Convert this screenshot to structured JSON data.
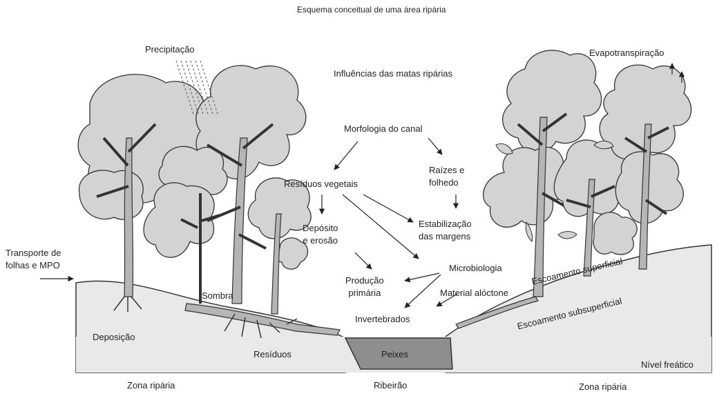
{
  "title": "Esquema conceitual de uma área ripária",
  "subtitle": "Influências das matas ripárias",
  "colors": {
    "ground": "#e9e9e9",
    "canopy": "#d3d3d3",
    "trunk": "#b5b5b5",
    "outline": "#333333",
    "water": "#8e8e8e",
    "text": "#222222"
  },
  "labels": {
    "precipitacao": "Precipitação",
    "evapotranspiracao": "Evapotranspiração",
    "transporte": "Transporte de\nfolhas e MPO",
    "morfologia": "Morfologia do canal",
    "residuos_vegetais": "Resíduos vegetais",
    "raizes": "Raízes e\nfolhedo",
    "deposito": "Depósito\ne erosão",
    "estabilizacao": "Estabilização\ndas margens",
    "microbiologia": "Microbiologia",
    "producao": "Produção\nprimária",
    "material": "Material alóctone",
    "invertebrados": "Invertebrados",
    "sombra": "Sombra",
    "deposicao": "Deposição",
    "residuos": "Resíduos",
    "peixes": "Peixes",
    "escoamento_superficial": "Escoamento superficial",
    "escoamento_subsuperficial": "Escoamento subsuperficial",
    "nivel_freatico": "Nível freático"
  },
  "zones": {
    "left": "Zona ripária",
    "center": "Ribeirão",
    "right": "Zona ripária"
  }
}
